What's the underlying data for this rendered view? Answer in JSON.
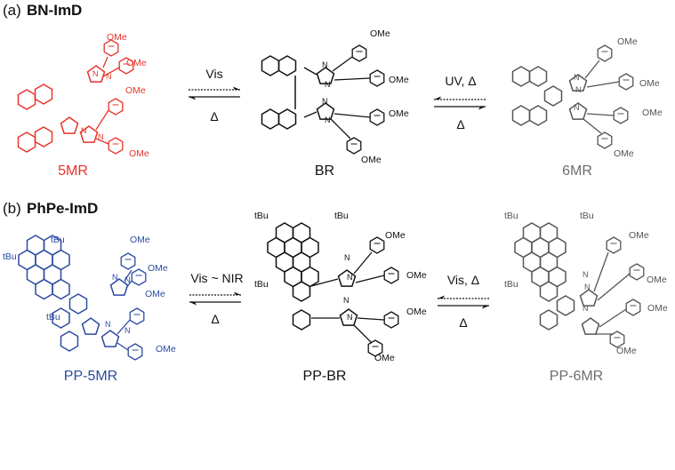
{
  "colors": {
    "red": "#e8332a",
    "blue": "#2b4aa0",
    "black": "#111111",
    "gray": "#555555",
    "label_gray": "#6e6e6e"
  },
  "panel_a": {
    "tag": "(a)",
    "title": "BN-ImD",
    "substituent": "OMe",
    "labels": {
      "left": "5MR",
      "mid": "BR",
      "right": "6MR"
    },
    "arrows": {
      "left_top": "Vis",
      "left_bottom": "Δ",
      "right_top": "UV, Δ",
      "right_bottom": "Δ"
    },
    "ring_labels": {
      "n": "N",
      "n_dot": "N"
    }
  },
  "panel_b": {
    "tag": "(b)",
    "title": "PhPe-ImD",
    "substituent": "OMe",
    "tbu": "tBu",
    "labels": {
      "left": "PP-5MR",
      "mid": "PP-BR",
      "right": "PP-6MR"
    },
    "arrows": {
      "left_top": "Vis ~ NIR",
      "left_bottom": "Δ",
      "right_top": "Vis, Δ",
      "right_bottom": "Δ"
    },
    "ring_labels": {
      "n": "N",
      "n_dot": "N"
    }
  }
}
